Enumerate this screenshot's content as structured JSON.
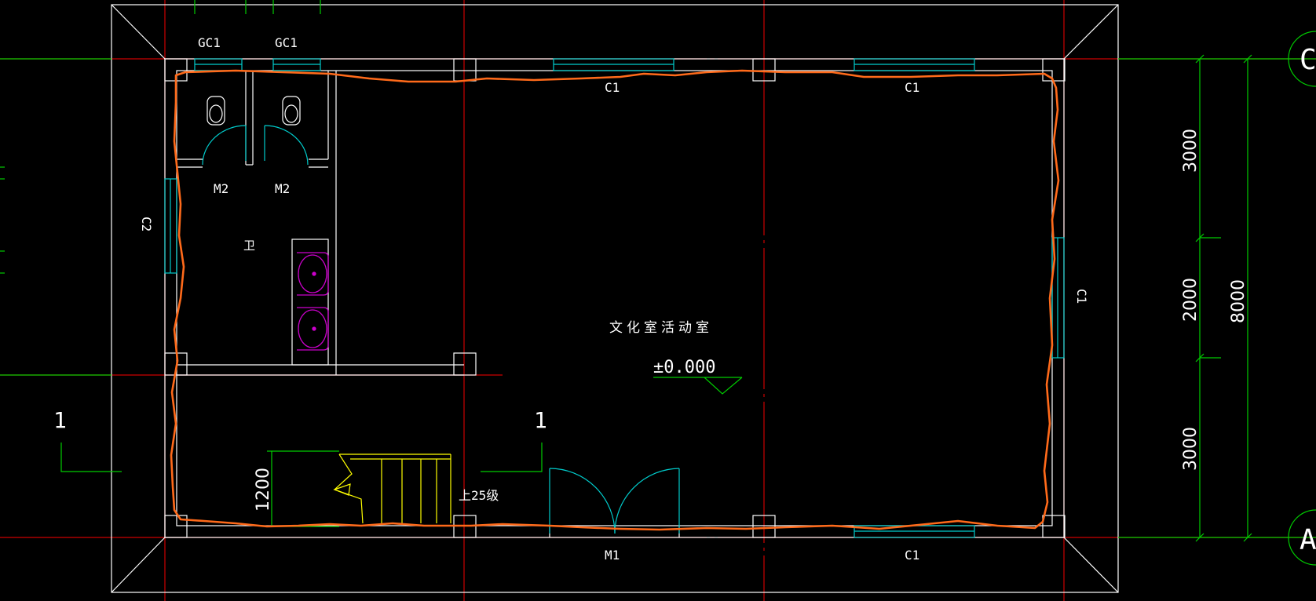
{
  "labels": {
    "gc1_left": "GC1",
    "gc1_right": "GC1",
    "c1_top_left": "C1",
    "c1_top_right": "C1",
    "c1_bottom": "C1",
    "c1_right_wall": "C1",
    "c2_left_wall": "C2",
    "m2_left": "M2",
    "m2_right": "M2",
    "m1": "M1",
    "restroom_mark": "卫",
    "room_name": "文化室活动室",
    "elevation": "±0.000",
    "stair_note": "上25级",
    "section_mark_left": "1",
    "section_mark_right": "1",
    "axis_top": "C",
    "axis_bottom": "A"
  },
  "dimensions": {
    "segment_top": "3000",
    "segment_middle": "2000",
    "segment_bottom": "3000",
    "overall": "8000",
    "stair_width": "1200"
  },
  "colors": {
    "background": "#000000",
    "wall": "#ffffff",
    "axis": "#cc0000",
    "dimension": "#00cc00",
    "window_door": "#00cccc",
    "stair": "#ffff00",
    "fixture": "#cc00cc",
    "markup_outline": "#ff6a1a"
  }
}
